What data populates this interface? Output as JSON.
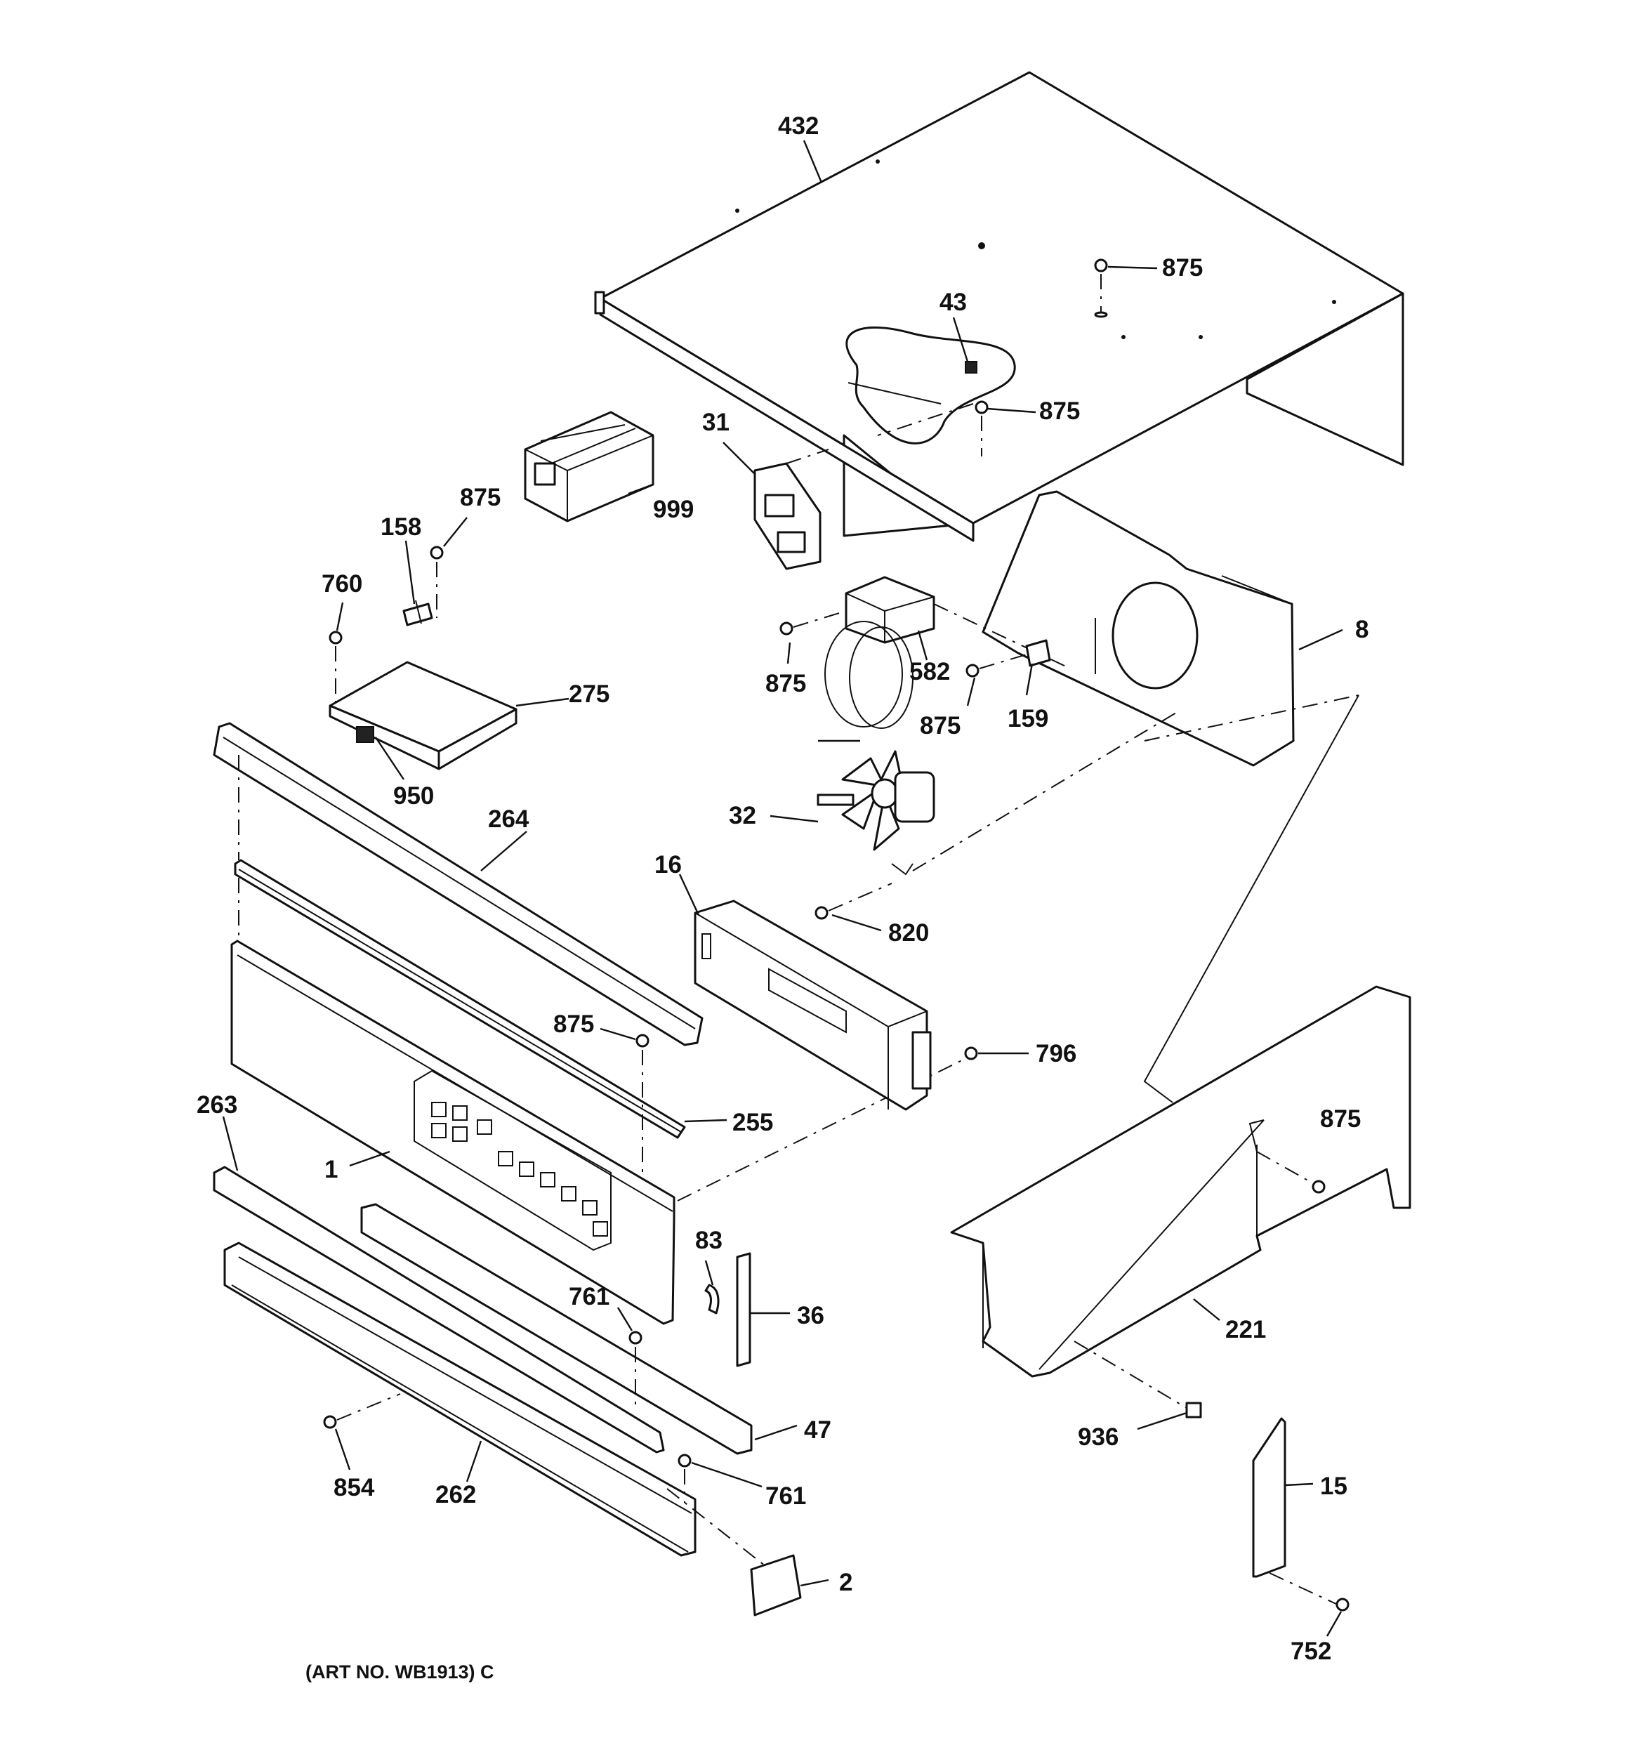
{
  "callouts": [
    {
      "id": "c432",
      "text": "432"
    },
    {
      "id": "c875a",
      "text": "875"
    },
    {
      "id": "c43",
      "text": "43"
    },
    {
      "id": "c875b",
      "text": "875"
    },
    {
      "id": "c31",
      "text": "31"
    },
    {
      "id": "c999",
      "text": "999"
    },
    {
      "id": "c875c",
      "text": "875"
    },
    {
      "id": "c158",
      "text": "158"
    },
    {
      "id": "c760",
      "text": "760"
    },
    {
      "id": "c275",
      "text": "275"
    },
    {
      "id": "c950",
      "text": "950"
    },
    {
      "id": "c875d",
      "text": "875"
    },
    {
      "id": "c582",
      "text": "582"
    },
    {
      "id": "c8",
      "text": "8"
    },
    {
      "id": "c875e",
      "text": "875"
    },
    {
      "id": "c159",
      "text": "159"
    },
    {
      "id": "c32",
      "text": "32"
    },
    {
      "id": "c264",
      "text": "264"
    },
    {
      "id": "c16",
      "text": "16"
    },
    {
      "id": "c820",
      "text": "820"
    },
    {
      "id": "c875f",
      "text": "875"
    },
    {
      "id": "c796",
      "text": "796"
    },
    {
      "id": "c255",
      "text": "255"
    },
    {
      "id": "c263",
      "text": "263"
    },
    {
      "id": "c1",
      "text": "1"
    },
    {
      "id": "c875g",
      "text": "875"
    },
    {
      "id": "c83",
      "text": "83"
    },
    {
      "id": "c761a",
      "text": "761"
    },
    {
      "id": "c36",
      "text": "36"
    },
    {
      "id": "c221",
      "text": "221"
    },
    {
      "id": "c47",
      "text": "47"
    },
    {
      "id": "c936",
      "text": "936"
    },
    {
      "id": "c854",
      "text": "854"
    },
    {
      "id": "c262",
      "text": "262"
    },
    {
      "id": "c761b",
      "text": "761"
    },
    {
      "id": "c15",
      "text": "15"
    },
    {
      "id": "c2",
      "text": "2"
    },
    {
      "id": "c752",
      "text": "752"
    }
  ],
  "art_number": "(ART NO. WB1913) C"
}
